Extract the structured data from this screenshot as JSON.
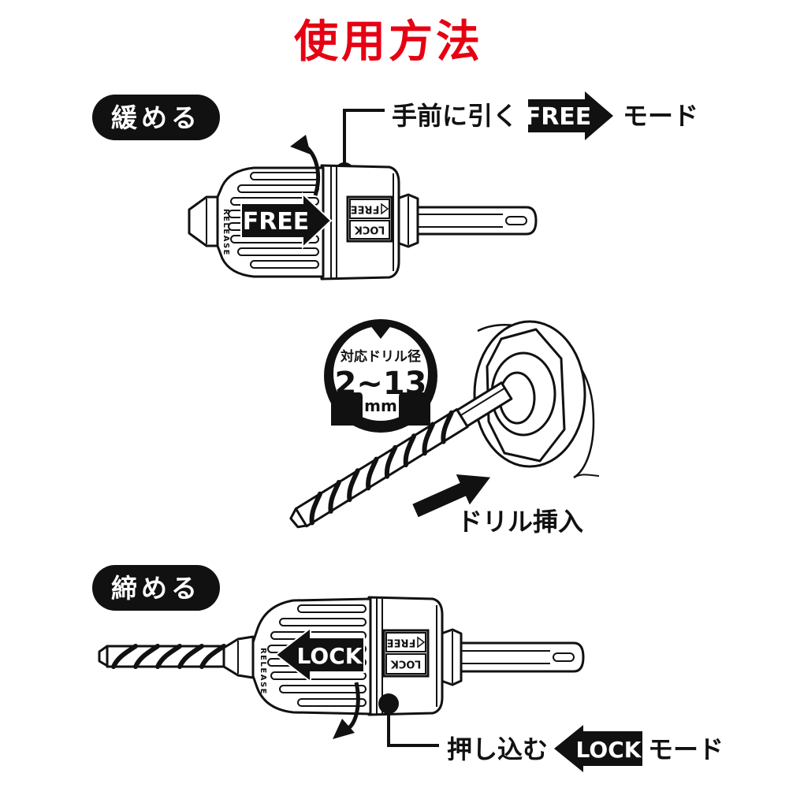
{
  "title": "使用方法",
  "loosen": {
    "badge": "緩める",
    "instruction": "手前に引く",
    "mode_tag": "FREE",
    "mode_word": "モード",
    "arrow_label": "FREE"
  },
  "chuck_labels": {
    "release": "RELEASE",
    "window_free": "FREE",
    "window_lock": "LOCK"
  },
  "drill_diameter": {
    "caption": "対応ドリル径",
    "range": "2~13",
    "unit": "mm"
  },
  "insert": {
    "label": "ドリル挿入"
  },
  "tighten": {
    "badge": "締める",
    "instruction": "押し込む",
    "mode_tag": "LOCK",
    "mode_word": "モード",
    "arrow_label": "LOCK"
  },
  "colors": {
    "title": "#e60012",
    "ink": "#111111",
    "background": "#ffffff"
  }
}
